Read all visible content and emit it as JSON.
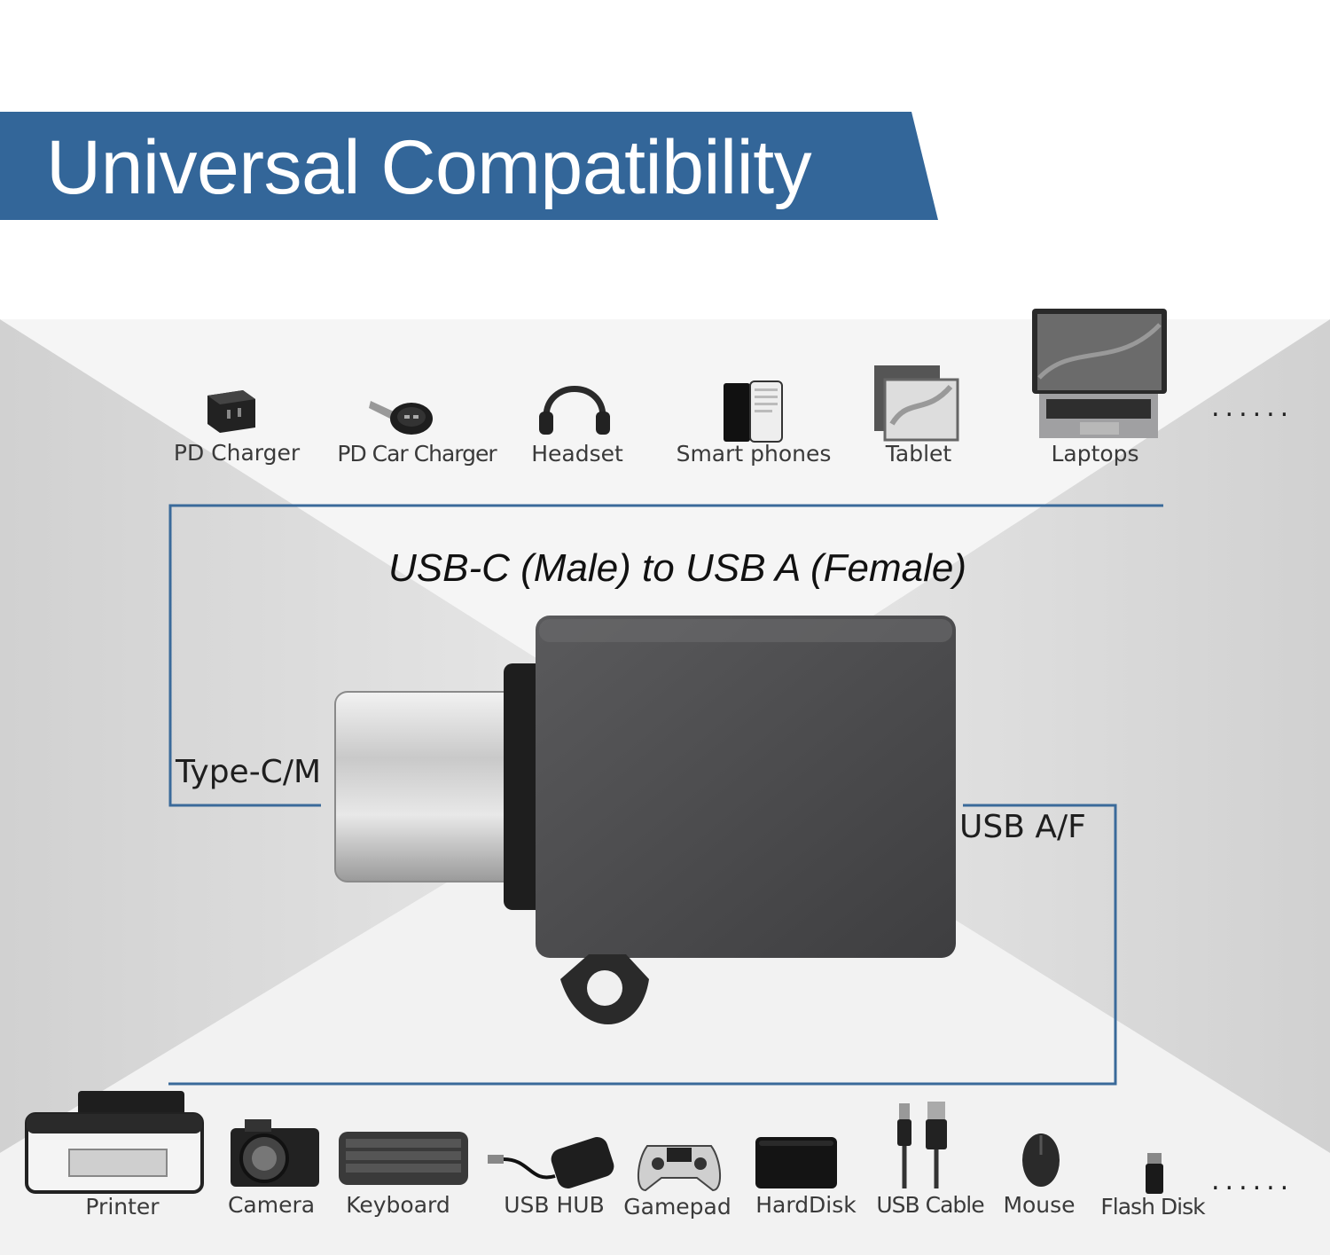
{
  "banner": {
    "title": "Universal Compatibility",
    "color": "#336699"
  },
  "top_devices": [
    {
      "label": "PD Charger",
      "icon": "pd-charger-icon"
    },
    {
      "label": "PD Car Charger",
      "icon": "car-charger-icon"
    },
    {
      "label": "Headset",
      "icon": "headset-icon"
    },
    {
      "label": "Smart phones",
      "icon": "smartphone-icon"
    },
    {
      "label": "Tablet",
      "icon": "tablet-icon"
    },
    {
      "label": "Laptops",
      "icon": "laptop-icon"
    }
  ],
  "bottom_devices": [
    {
      "label": "Printer",
      "icon": "printer-icon"
    },
    {
      "label": "Camera",
      "icon": "camera-icon"
    },
    {
      "label": "Keyboard",
      "icon": "keyboard-icon"
    },
    {
      "label": "USB HUB",
      "icon": "usb-hub-icon"
    },
    {
      "label": "Gamepad",
      "icon": "gamepad-icon"
    },
    {
      "label": "HardDisk",
      "icon": "hard-disk-icon"
    },
    {
      "label": "USB Cable",
      "icon": "usb-cable-icon"
    },
    {
      "label": "Mouse",
      "icon": "mouse-icon"
    },
    {
      "label": "Flash Disk",
      "icon": "flash-disk-icon"
    }
  ],
  "more_indicator": "......",
  "product": {
    "title": "USB-C (Male) to USB A (Female)",
    "male_label": "Type-C/M",
    "female_label": "USB A/F",
    "body_color": "#4a4a4c",
    "line_color": "#3a6a9a"
  }
}
